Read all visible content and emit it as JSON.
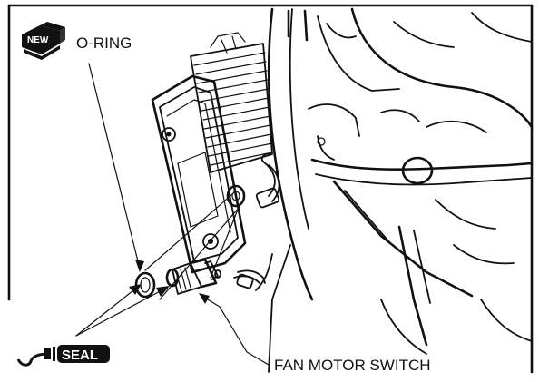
{
  "labels": {
    "new_badge": "NEW",
    "o_ring": "O-RING",
    "seal_badge": "SEAL",
    "fan_motor_switch": "FAN MOTOR SWITCH"
  },
  "icons": {
    "new_part": "new-part-box-icon",
    "sealant": "sealant-tube-icon"
  },
  "colors": {
    "ink": "#111111",
    "paper": "#ffffff"
  }
}
